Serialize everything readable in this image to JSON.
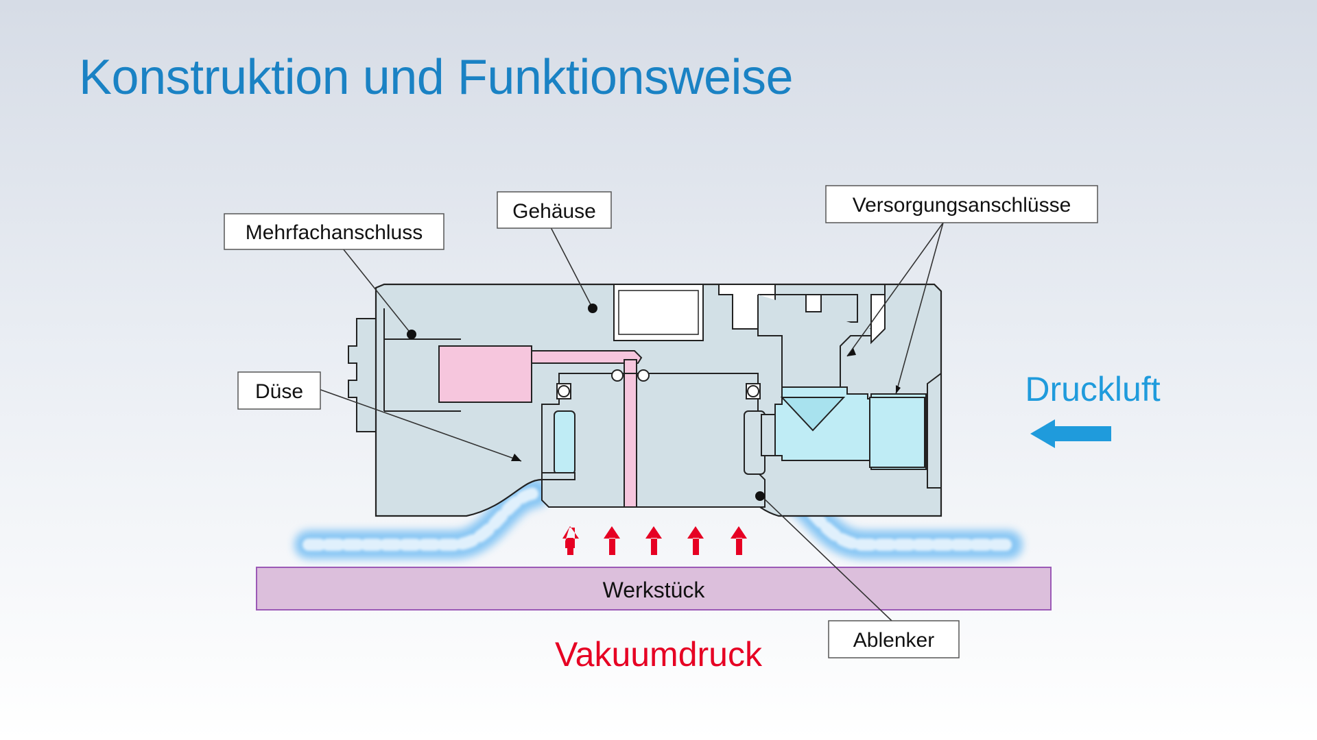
{
  "slide": {
    "title": "Konstruktion und Funktionsweise"
  },
  "callouts": {
    "mehrfachanschluss": "Mehrfachanschluss",
    "gehaeuse": "Gehäuse",
    "versorgungsanschluesse": "Versorgungsanschlüsse",
    "duese": "Düse",
    "ablenker": "Ablenker"
  },
  "labels": {
    "druckluft": "Druckluft",
    "werkstueck": "Werkstück",
    "vakuumdruck": "Vakuumdruck"
  },
  "colors": {
    "title": "#1a82c4",
    "housing_fill": "#d2e0e6",
    "channel_pink": "#f6c6dd",
    "air_cyan": "#bfecf5",
    "airflow_blue": "#3aa8f0",
    "druckluft_arrow": "#1f9bdc",
    "vacuum_red": "#e60023",
    "workpiece_fill": "#dcbfdc",
    "workpiece_border": "#9b59b6"
  }
}
